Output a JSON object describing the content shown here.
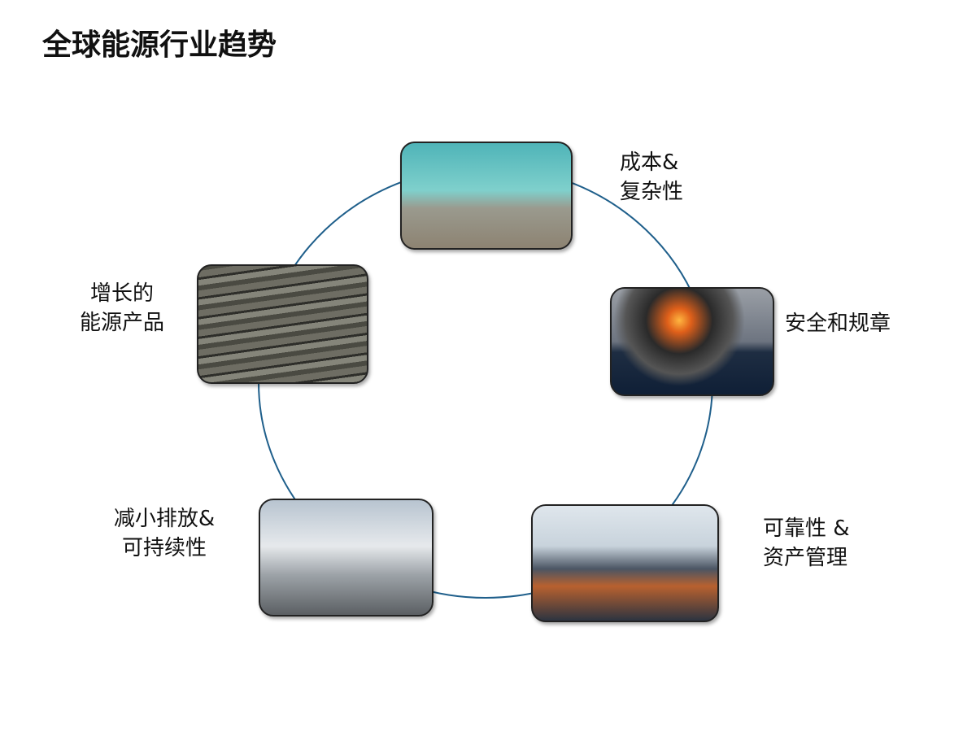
{
  "title": "全球能源行业趋势",
  "colors": {
    "ring": "#1f5f8b"
  },
  "items": [
    {
      "label": "成本&\n复杂性",
      "image": "subsea-oil-field-illustration"
    },
    {
      "label": "安全和规章",
      "image": "offshore-rig-fire"
    },
    {
      "label": "可靠性 &\n资产管理",
      "image": "refinery-plant"
    },
    {
      "label": "减小排放&\n可持续性",
      "image": "industrial-smokestacks"
    },
    {
      "label": "增长的\n能源产品",
      "image": "shale-rock"
    }
  ]
}
